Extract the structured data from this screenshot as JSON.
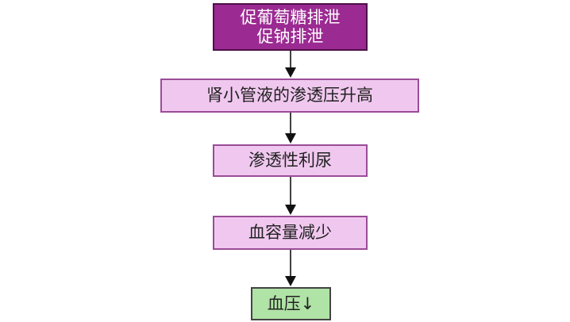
{
  "diagram": {
    "type": "flowchart",
    "direction": "top-to-bottom",
    "nodes": [
      {
        "id": "n1",
        "lines": [
          "促葡萄糖排泄",
          "促钠排泄"
        ],
        "style": "dark-purple"
      },
      {
        "id": "n2",
        "lines": [
          "肾小管液的渗透压升高"
        ],
        "style": "light-pink"
      },
      {
        "id": "n3",
        "lines": [
          "渗透性利尿"
        ],
        "style": "light-pink"
      },
      {
        "id": "n4",
        "lines": [
          "血容量减少"
        ],
        "style": "light-pink"
      },
      {
        "id": "n5",
        "lines": [
          "血压↓"
        ],
        "style": "light-green"
      }
    ],
    "edges": [
      {
        "from": "n1",
        "to": "n2"
      },
      {
        "from": "n2",
        "to": "n3"
      },
      {
        "from": "n3",
        "to": "n4"
      },
      {
        "from": "n4",
        "to": "n5"
      }
    ]
  },
  "colors": {
    "dark_fill": "#9b2a92",
    "dark_border": "#4d1048",
    "light_fill": "#f0c8ef",
    "light_border": "#9a4c98",
    "green_fill": "#b0e3a6",
    "green_border": "#444444",
    "arrow": "#111111"
  }
}
